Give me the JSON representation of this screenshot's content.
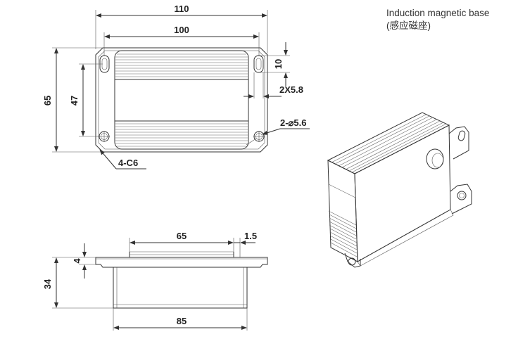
{
  "title": {
    "line1": "Induction magnetic base",
    "line2": "(感应磁座)"
  },
  "top_view": {
    "width_overall": "110",
    "width_inner": "100",
    "height_overall": "65",
    "height_inner": "47",
    "slot_length": "10",
    "slot_width": "2X5.8",
    "hole_dia": "2-⌀5.6",
    "corner_chamfer": "4-C6"
  },
  "side_view": {
    "top_length": "65",
    "flange_thickness": "1.5",
    "flange_height": "4",
    "total_height": "34",
    "base_width": "85"
  }
}
